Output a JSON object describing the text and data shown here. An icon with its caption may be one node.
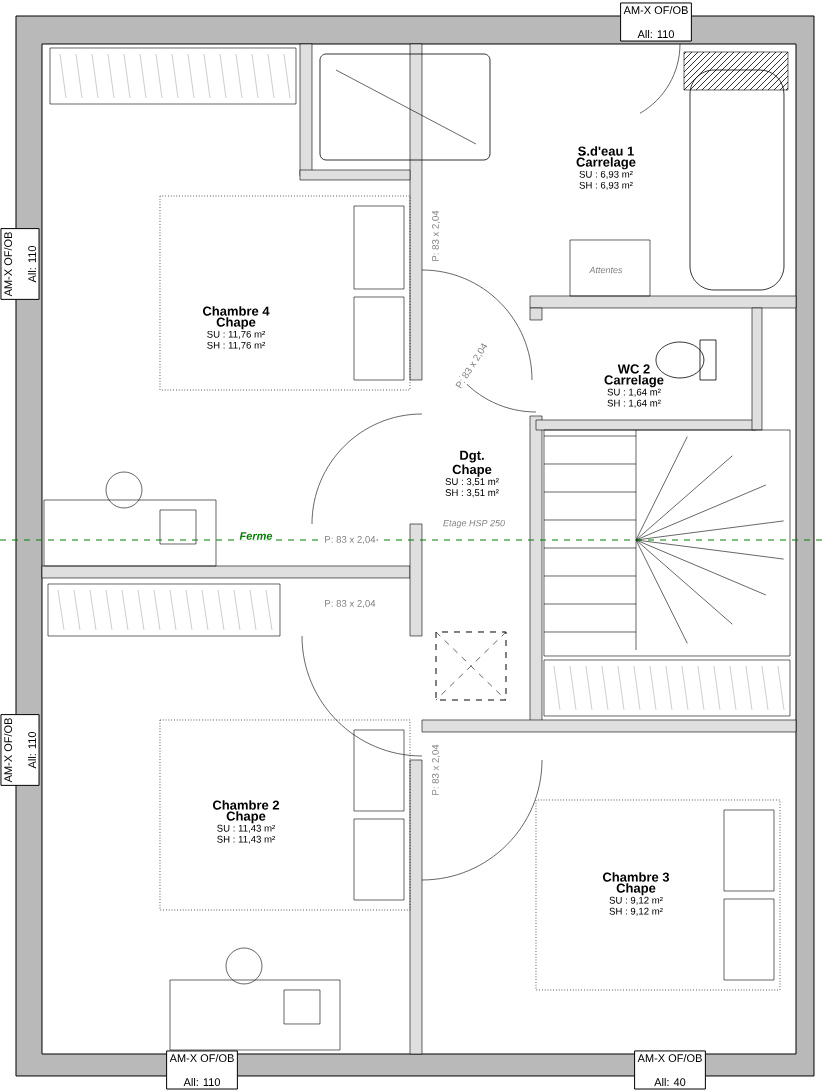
{
  "diagram": {
    "nodes": [
      {
        "text": [
          "AM-X OF/OB",
          "All: 110"
        ]
      },
      {
        "text": [
          "S.d'eau 1",
          "Carrelage",
          "SU : 6,93 m²",
          "SH : 6,93 m²"
        ]
      },
      {
        "text": [
          "AM-X OF/OB",
          "All: 110"
        ]
      },
      {
        "text": [
          "Chambre 4",
          "Chape",
          "SU : 11,76 m²",
          "SH : 11,76 m²"
        ]
      },
      {
        "text": [
          "WC 2",
          "Carrelage",
          "SU : 1,64 m²",
          "SH : 1,64 m²"
        ]
      },
      {
        "text": [
          "Dgt.",
          "Chape",
          "SU : 3,51 m²",
          "SH : 3,51 m²"
        ]
      },
      {
        "text": [
          "AM-X OF/OB",
          "All: 110"
        ]
      },
      {
        "text": [
          "Chambre 2",
          "Chape",
          "SU : 11,43 m²",
          "SH : 11,43 m²"
        ]
      },
      {
        "text": [
          "Chambre 3",
          "Chape",
          "SU : 9,12 m²",
          "SH : 9,12 m²"
        ]
      },
      {
        "text": [
          "AM-X OF/OB",
          "All: 110"
        ]
      },
      {
        "text": [
          "AM-X OF/OB",
          "All: 40"
        ]
      }
    ],
    "labels": [
      "P: 83 x 2,04",
      "Attentes",
      "P: 83 x 2,04",
      "Etage HSP 250",
      "Ferme",
      "P: 83 x 2,04",
      "P: 83 x 2,04",
      "P: 83 x 2,04"
    ]
  }
}
